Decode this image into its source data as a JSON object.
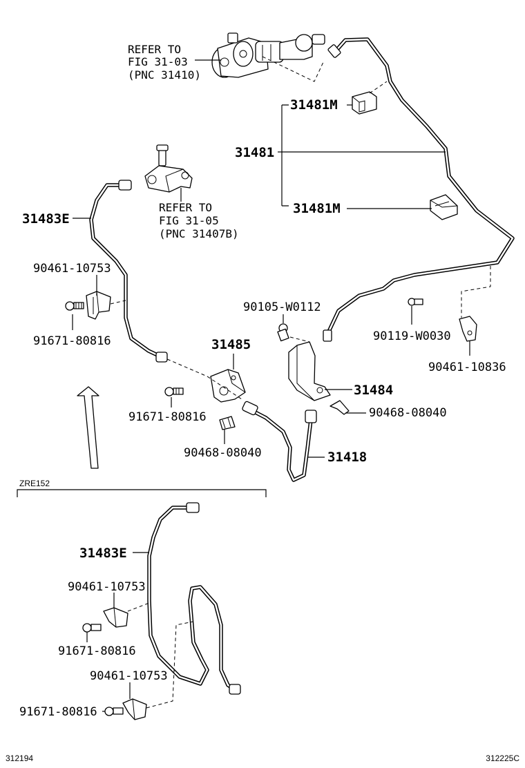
{
  "labels": {
    "ref_top_1": "REFER TO",
    "ref_top_2": "FIG 31-03",
    "ref_top_3": "(PNC 31410)",
    "p31481M_a": "31481M",
    "p31481": "31481",
    "p31481M_b": "31481M",
    "ref_mid_1": "REFER TO",
    "ref_mid_2": "FIG 31-05",
    "ref_mid_3": "(PNC 31407B)",
    "p31483E_a": "31483E",
    "p90461_10753_a": "90461-10753",
    "p91671_80816_a": "91671-80816",
    "p90105": "90105-W0112",
    "p90119": "90119-W0030",
    "p90461_10836": "90461-10836",
    "p31485": "31485",
    "p31484": "31484",
    "p91671_80816_b": "91671-80816",
    "p90468_08040_a": "90468-08040",
    "p90468_08040_b": "90468-08040",
    "p31418": "31418",
    "zre": "ZRE152",
    "p31483E_b": "31483E",
    "p90461_10753_b": "90461-10753",
    "p91671_80816_c": "91671-80816",
    "p90461_10753_c": "90461-10753",
    "p91671_80816_d": "91671-80816",
    "code_left": "312194",
    "code_right": "312225C"
  }
}
